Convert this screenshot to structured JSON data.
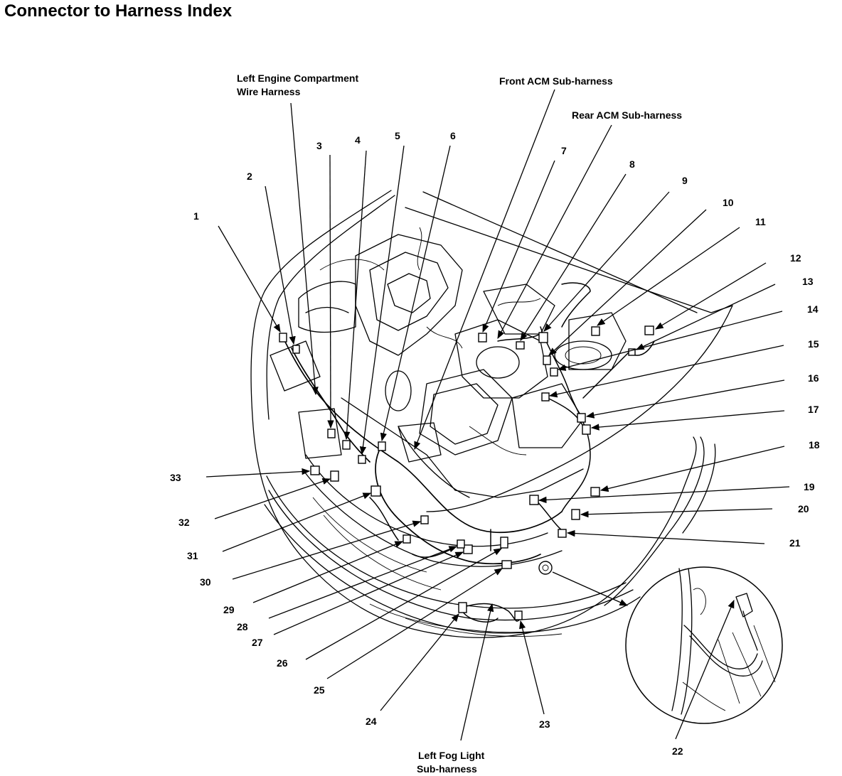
{
  "page": {
    "title": "Connector to Harness Index"
  },
  "harness_labels": [
    {
      "id": "left-engine-compartment",
      "lines": [
        "Left Engine Compartment",
        "Wire Harness"
      ]
    },
    {
      "id": "front-acm",
      "lines": [
        "Front ACM Sub-harness"
      ]
    },
    {
      "id": "rear-acm",
      "lines": [
        "Rear ACM Sub-harness"
      ]
    },
    {
      "id": "left-fog-light",
      "lines": [
        "Left Fog Light",
        "Sub-harness"
      ]
    }
  ],
  "callouts": [
    "1",
    "2",
    "3",
    "4",
    "5",
    "6",
    "7",
    "8",
    "9",
    "10",
    "11",
    "12",
    "13",
    "14",
    "15",
    "16",
    "17",
    "18",
    "19",
    "20",
    "21",
    "22",
    "23",
    "24",
    "25",
    "26",
    "27",
    "28",
    "29",
    "30",
    "31",
    "32",
    "33"
  ]
}
